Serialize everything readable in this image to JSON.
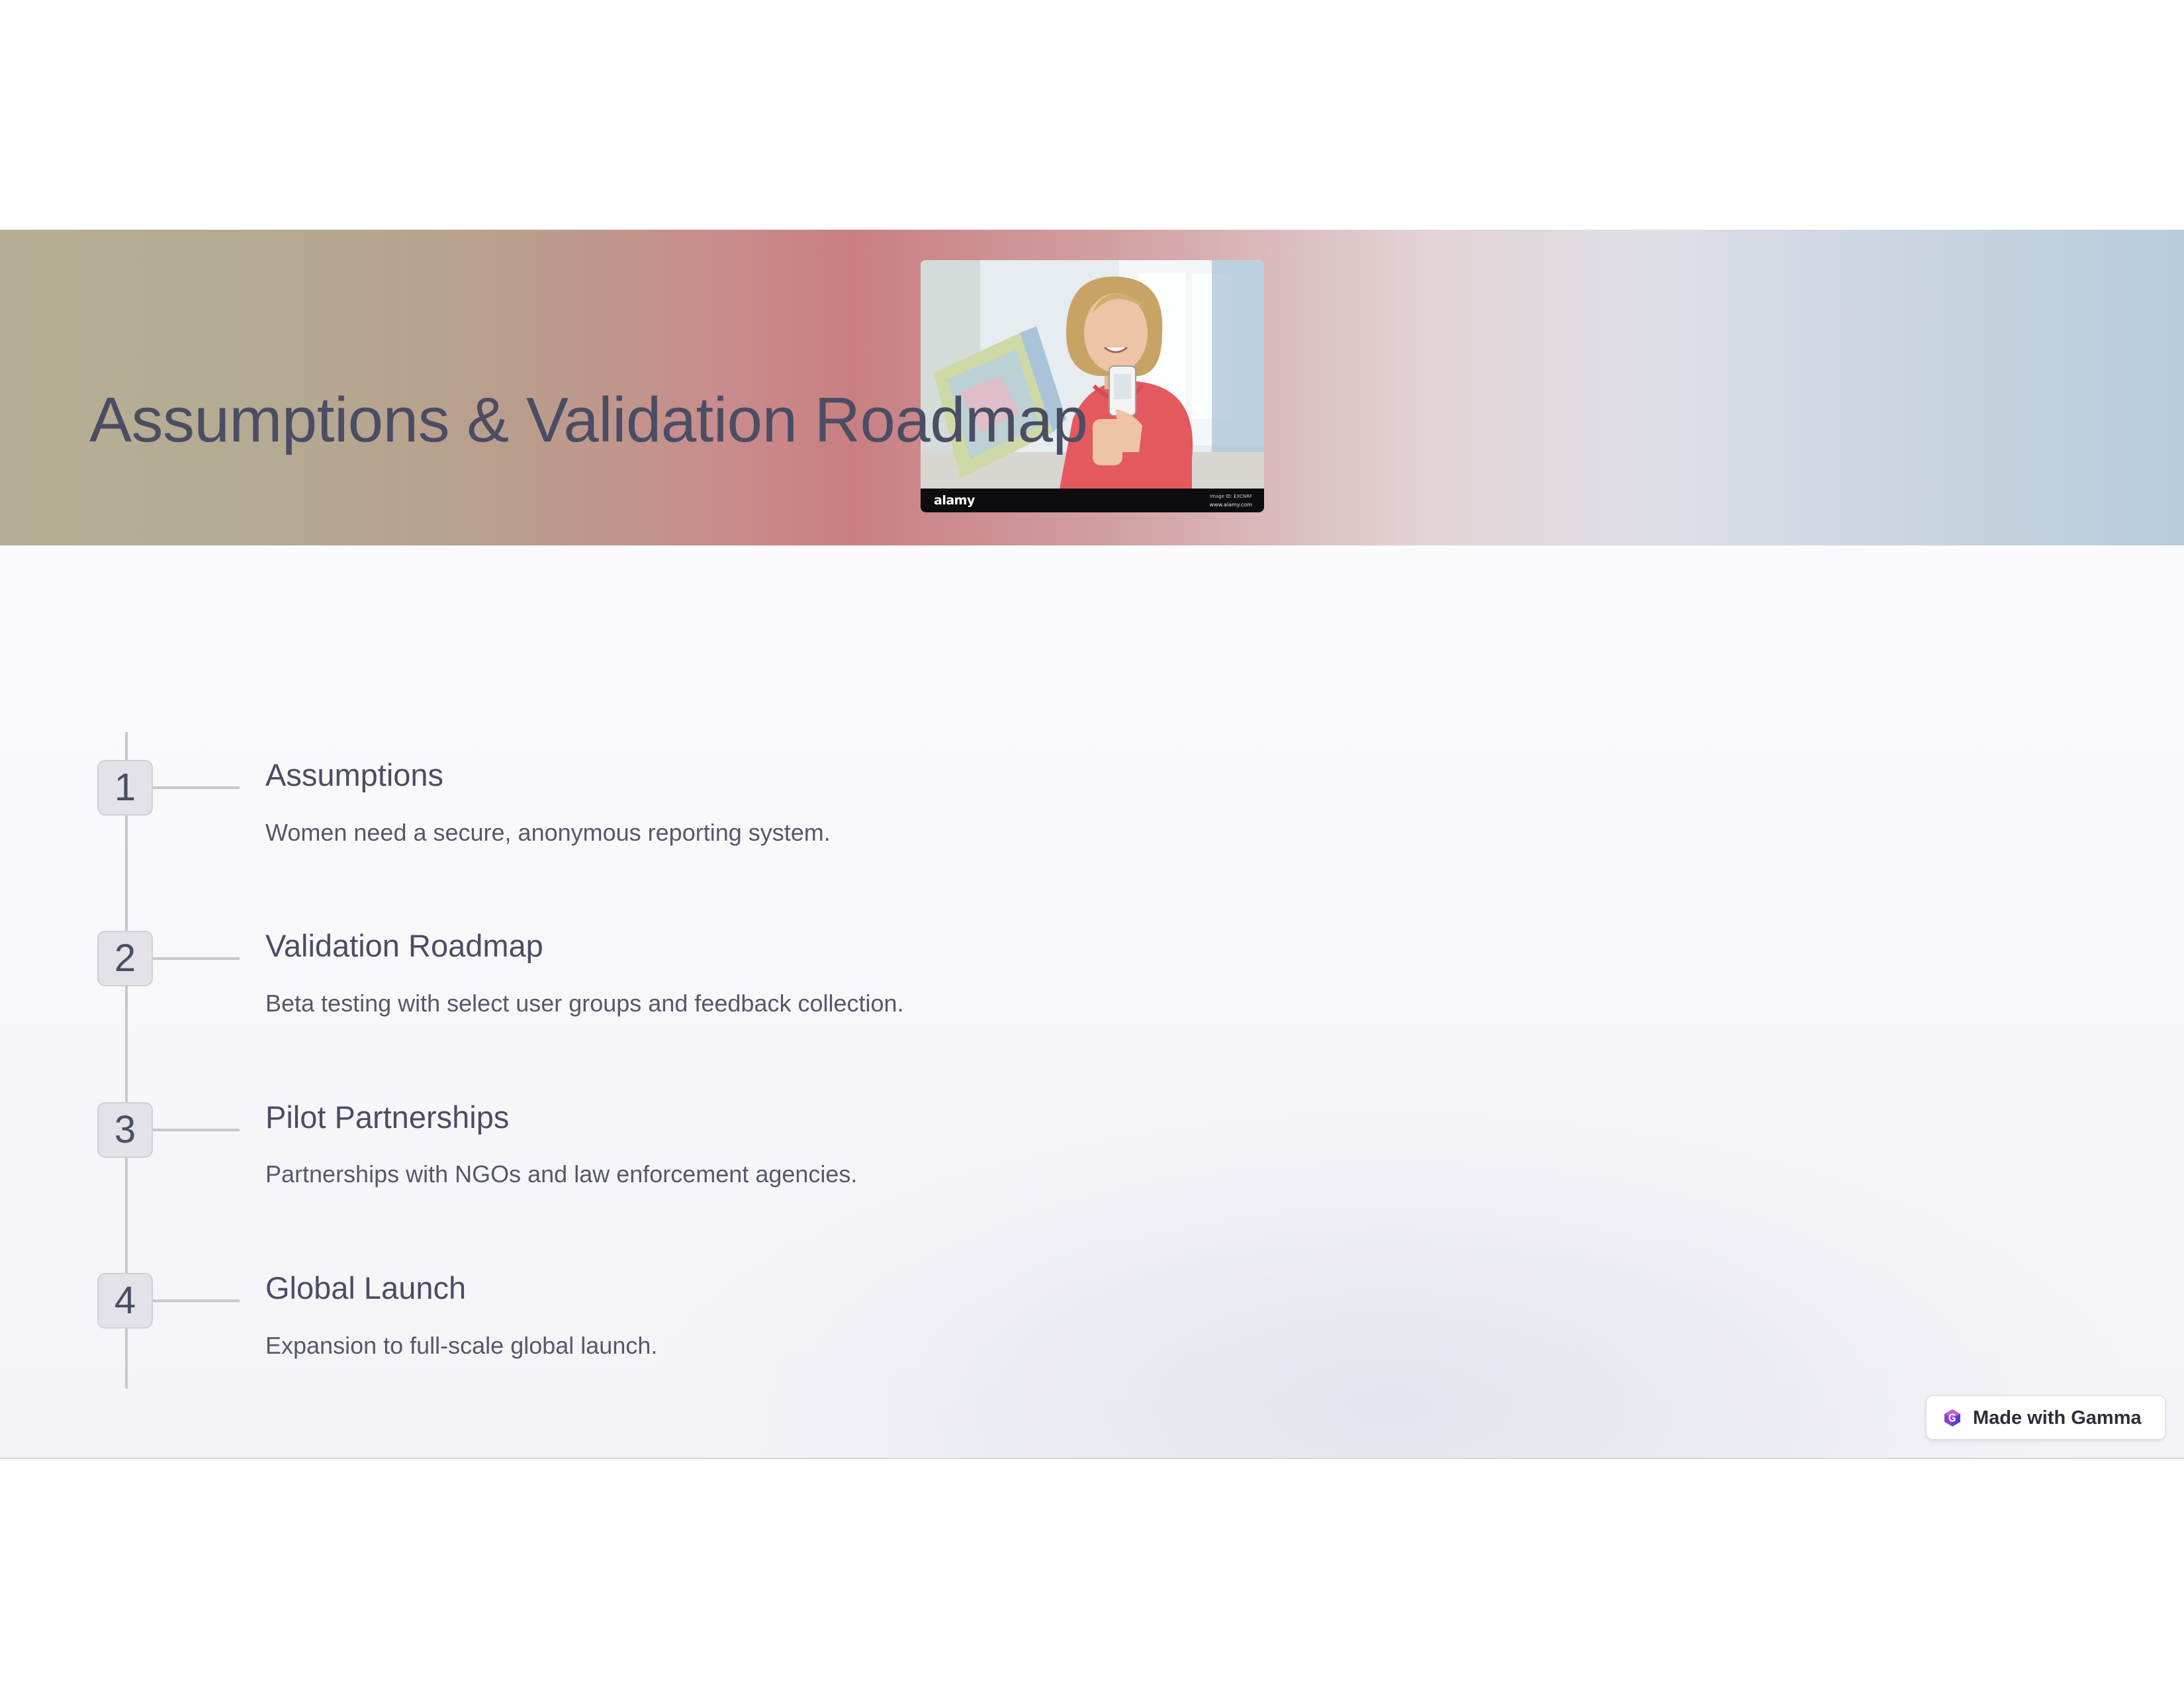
{
  "slide": {
    "title": "Assumptions & Validation Roadmap",
    "banner_image": {
      "watermark_brand": "alamy",
      "image_id": "Image ID: EXCNRF",
      "watermark_url": "www.alamy.com"
    },
    "steps": [
      {
        "number": "1",
        "title": "Assumptions",
        "description": "Women need a secure, anonymous reporting system."
      },
      {
        "number": "2",
        "title": "Validation Roadmap",
        "description": "Beta testing with select user groups and feedback collection."
      },
      {
        "number": "3",
        "title": "Pilot Partnerships",
        "description": "Partnerships with NGOs and law enforcement agencies."
      },
      {
        "number": "4",
        "title": "Global Launch",
        "description": "Expansion to full-scale global launch."
      }
    ]
  },
  "badge": {
    "label": "Made with Gamma",
    "icon": "gamma-logo-icon"
  },
  "colors": {
    "text": "#4a4d63",
    "timeline": "#c7c7cc",
    "badge_fill": "#e2e2e8",
    "gamma_accent": "#8b3fd9"
  }
}
